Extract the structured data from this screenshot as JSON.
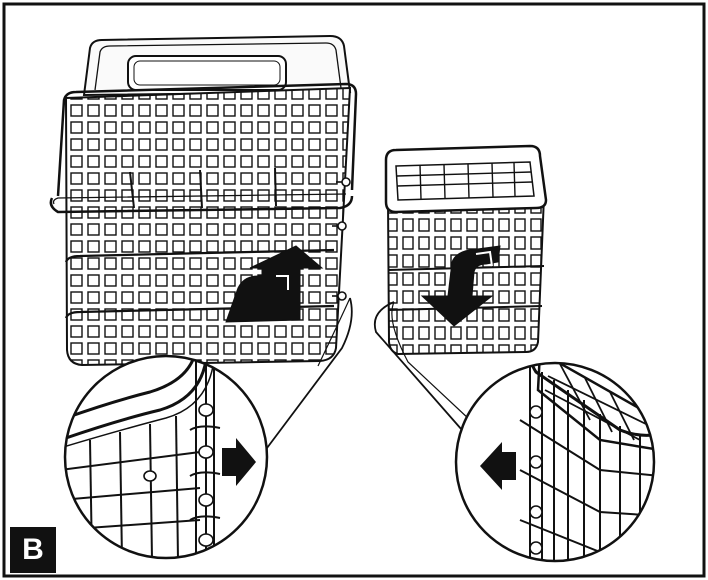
{
  "figure": {
    "panel_label": "B",
    "colors": {
      "ink": "#111111",
      "paper": "#ffffff",
      "fill": "#f4f4f4"
    },
    "icons": {
      "large_basket_arrow": "arrow-up-curved",
      "small_basket_arrow": "arrow-down-curved",
      "left_detail_arrow": "arrow-right",
      "right_detail_arrow": "arrow-left"
    }
  }
}
